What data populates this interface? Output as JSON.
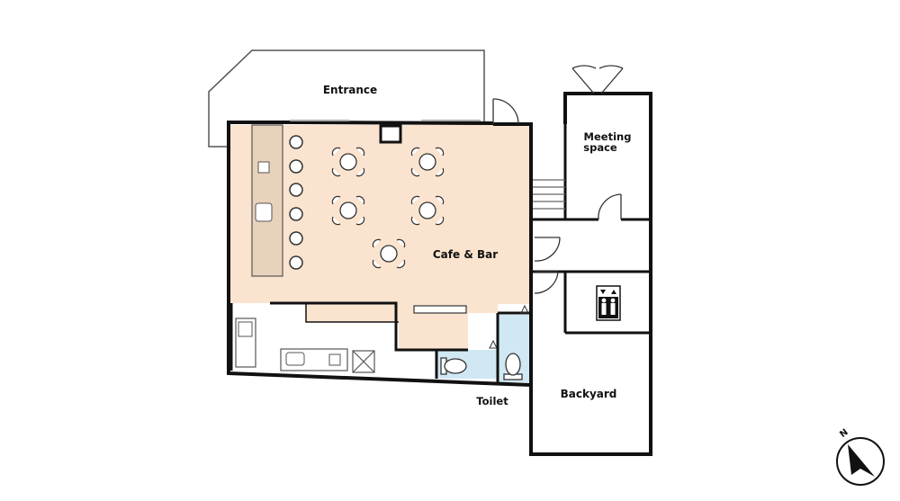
{
  "labels": {
    "entrance": "Entrance",
    "meeting_line1": "Meeting",
    "meeting_line2": "space",
    "cafe_bar": "Cafe & Bar",
    "toilet": "Toilet",
    "backyard": "Backyard",
    "north": "N"
  },
  "colors": {
    "cafe_floor": "#fbe4cf",
    "toilet_floor": "#cfe8f4",
    "wall": "#111111",
    "counter": "#e9d2bb",
    "furniture_stroke": "#333333"
  },
  "icons": {
    "elevator": "elevator-icon",
    "compass": "north-arrow-icon"
  }
}
